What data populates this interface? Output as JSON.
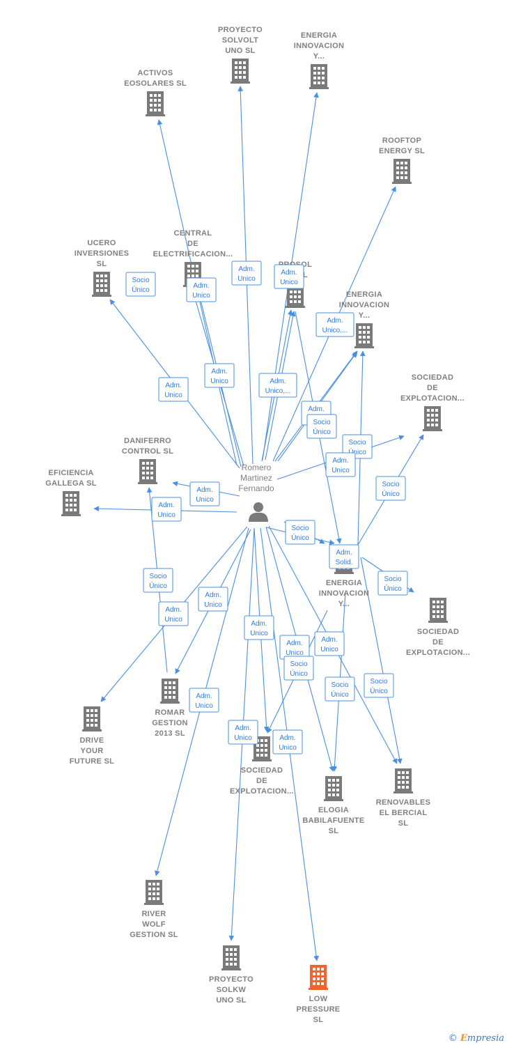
{
  "center": {
    "name_lines": [
      "Romero",
      "Martinez",
      "Fernando"
    ]
  },
  "companies": [
    {
      "id": "proyecto_solvolt",
      "lines": [
        "PROYECTO",
        "SOLVOLT",
        "UNO  SL"
      ],
      "highlight": false
    },
    {
      "id": "energia_innovacion_1",
      "lines": [
        "ENERGIA",
        "INNOVACION",
        "Y..."
      ],
      "highlight": false
    },
    {
      "id": "activos_eosolares",
      "lines": [
        "ACTIVOS",
        "EOSOLARES SL"
      ],
      "highlight": false
    },
    {
      "id": "rooftop_energy",
      "lines": [
        "ROOFTOP",
        "ENERGY  SL"
      ],
      "highlight": false
    },
    {
      "id": "ucero_inversiones",
      "lines": [
        "UCERO",
        "INVERSIONES",
        "SL"
      ],
      "highlight": false
    },
    {
      "id": "central_electrificacion",
      "lines": [
        "CENTRAL",
        "DE",
        "ELECTRIFICACION..."
      ],
      "highlight": false
    },
    {
      "id": "prosol",
      "lines": [
        "PROSOL",
        "E...  SL"
      ],
      "highlight": false
    },
    {
      "id": "energia_innovacion_2",
      "lines": [
        "ENERGIA",
        "INNOVACION",
        "Y..."
      ],
      "highlight": false
    },
    {
      "id": "sociedad_explotacion_1",
      "lines": [
        "SOCIEDAD",
        "DE",
        "EXPLOTACION..."
      ],
      "highlight": false
    },
    {
      "id": "daniferro_control",
      "lines": [
        "DANIFERRO",
        "CONTROL  SL"
      ],
      "highlight": false
    },
    {
      "id": "eficiencia_gallega",
      "lines": [
        "EFICIENCIA",
        "GALLEGA SL"
      ],
      "highlight": false
    },
    {
      "id": "energia_innovacion_3",
      "lines": [
        "ENERGIA",
        "INNOVACION",
        "Y..."
      ],
      "highlight": false
    },
    {
      "id": "sociedad_explotacion_2",
      "lines": [
        "SOCIEDAD",
        "DE",
        "EXPLOTACION..."
      ],
      "highlight": false
    },
    {
      "id": "drive_your_future",
      "lines": [
        "DRIVE",
        "YOUR",
        "FUTURE  SL"
      ],
      "highlight": false
    },
    {
      "id": "romar_gestion",
      "lines": [
        "ROMAR",
        "GESTION",
        "2013  SL"
      ],
      "highlight": false
    },
    {
      "id": "sociedad_explotacion_3",
      "lines": [
        "SOCIEDAD",
        "DE",
        "EXPLOTACION..."
      ],
      "highlight": false
    },
    {
      "id": "elogia_babilafuente",
      "lines": [
        "ELOGIA",
        "BABILAFUENTE",
        "SL"
      ],
      "highlight": false
    },
    {
      "id": "renovables_bercial",
      "lines": [
        "RENOVABLES",
        "EL BERCIAL",
        "SL"
      ],
      "highlight": false
    },
    {
      "id": "river_wolf",
      "lines": [
        "RIVER",
        "WOLF",
        "GESTION  SL"
      ],
      "highlight": false
    },
    {
      "id": "proyecto_solkw",
      "lines": [
        "PROYECTO",
        "SOLKW",
        "UNO  SL"
      ],
      "highlight": false
    },
    {
      "id": "low_pressure",
      "lines": [
        "LOW",
        "PRESSURE",
        "SL"
      ],
      "highlight": true
    }
  ],
  "roles": [
    {
      "lines": [
        "Socio",
        "Único"
      ]
    },
    {
      "lines": [
        "Adm.",
        "Unico"
      ]
    },
    {
      "lines": [
        "Adm.",
        "Unico"
      ]
    },
    {
      "lines": [
        "Adm.",
        "Unico"
      ]
    },
    {
      "lines": [
        "Adm.",
        "Unico,..."
      ]
    },
    {
      "lines": [
        "Adm.",
        "Unico"
      ]
    },
    {
      "lines": [
        "Adm.",
        "Unico"
      ]
    },
    {
      "lines": [
        "Adm.",
        "Unico,..."
      ]
    },
    {
      "lines": [
        "Adm.",
        "Unico"
      ]
    },
    {
      "lines": [
        "Socio",
        "Único"
      ]
    },
    {
      "lines": [
        "Socio",
        "Único"
      ]
    },
    {
      "lines": [
        "Adm.",
        "Unico"
      ]
    },
    {
      "lines": [
        "Socio",
        "Único"
      ]
    },
    {
      "lines": [
        "Adm.",
        "Unico"
      ]
    },
    {
      "lines": [
        "Adm.",
        "Unico"
      ]
    },
    {
      "lines": [
        "Socio",
        "Único"
      ]
    },
    {
      "lines": [
        "Adm.",
        "Solid."
      ]
    },
    {
      "lines": [
        "Socio",
        "Único"
      ]
    },
    {
      "lines": [
        "Socio",
        "Único"
      ]
    },
    {
      "lines": [
        "Adm.",
        "Unico"
      ]
    },
    {
      "lines": [
        "Adm.",
        "Unico"
      ]
    },
    {
      "lines": [
        "Adm.",
        "Unico"
      ]
    },
    {
      "lines": [
        "Adm.",
        "Unico"
      ]
    },
    {
      "lines": [
        "Adm.",
        "Unico"
      ]
    },
    {
      "lines": [
        "Socio",
        "Único"
      ]
    },
    {
      "lines": [
        "Socio",
        "Único"
      ]
    },
    {
      "lines": [
        "Socio",
        "Único"
      ]
    },
    {
      "lines": [
        "Adm.",
        "Unico"
      ]
    },
    {
      "lines": [
        "Adm.",
        "Unico"
      ]
    },
    {
      "lines": [
        "Adm.",
        "Unico"
      ]
    }
  ],
  "colors": {
    "edge": "#4a8fe0",
    "building": "#7a7a7a",
    "highlight": "#f0642d",
    "person": "#7a7a7a"
  },
  "footer": {
    "copyright_symbol": "©",
    "brand_initial": "E",
    "brand_rest": "mpresia"
  }
}
